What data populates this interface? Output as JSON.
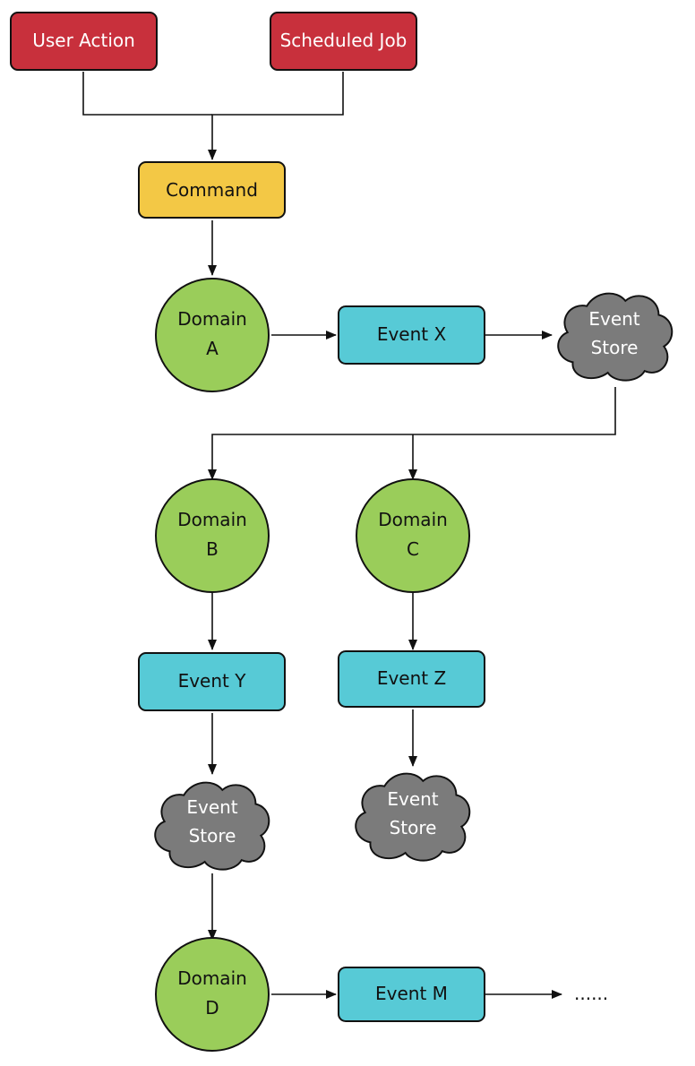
{
  "colors": {
    "trigger": "#c8303c",
    "command": "#f3c845",
    "domain": "#9acd5a",
    "event": "#57cad6",
    "store": "#7b7b7b",
    "stroke": "#111111"
  },
  "nodes": {
    "user_action": {
      "label": "User Action"
    },
    "scheduled_job": {
      "label": "Scheduled Job"
    },
    "command": {
      "label": "Command"
    },
    "domain_a": {
      "line1": "Domain",
      "line2": "A"
    },
    "event_x": {
      "label": "Event X"
    },
    "store_1": {
      "line1": "Event",
      "line2": "Store"
    },
    "domain_b": {
      "line1": "Domain",
      "line2": "B"
    },
    "domain_c": {
      "line1": "Domain",
      "line2": "C"
    },
    "event_y": {
      "label": "Event Y"
    },
    "event_z": {
      "label": "Event Z"
    },
    "store_2": {
      "line1": "Event",
      "line2": "Store"
    },
    "store_3": {
      "line1": "Event",
      "line2": "Store"
    },
    "domain_d": {
      "line1": "Domain",
      "line2": "D"
    },
    "event_m": {
      "label": "Event M"
    },
    "continuation": {
      "label": "......"
    }
  }
}
